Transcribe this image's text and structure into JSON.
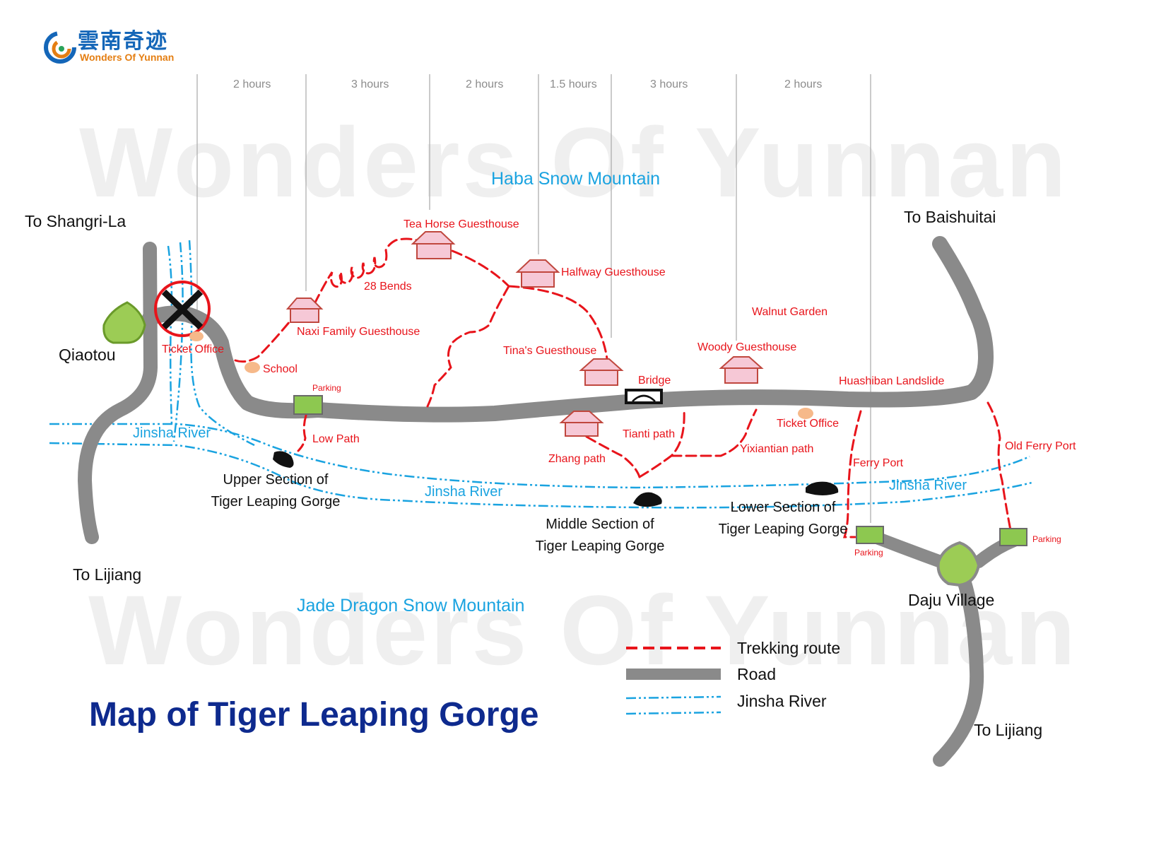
{
  "logo": {
    "chinese": "雲南奇迹",
    "english": "Wonders Of Yunnan",
    "icon": "swirl-logo-icon"
  },
  "watermark": {
    "top": "Wonders Of Yunnan",
    "bottom": "Wonders Of Yunnan"
  },
  "title": "Map of Tiger Leaping Gorge",
  "durations": [
    "2 hours",
    "3 hours",
    "2 hours",
    "1.5 hours",
    "3 hours",
    "2 hours"
  ],
  "mountains": {
    "north": "Haba Snow Mountain",
    "south": "Jade Dragon Snow Mountain"
  },
  "directions": {
    "shangrila": "To Shangri-La",
    "lijiang_west": "To Lijiang",
    "baishuitai": "To Baishuitai",
    "lijiang_east": "To Lijiang"
  },
  "villages": {
    "qiaotou": "Qiaotou",
    "daju": "Daju Village"
  },
  "guesthouses": {
    "tea_horse": "Tea Horse Guesthouse",
    "halfway": "Halfway Guesthouse",
    "naxi": "Naxi Family Guesthouse",
    "tinas": "Tina's Guesthouse",
    "woody": "Woody Guesthouse"
  },
  "places": {
    "bends": "28 Bends",
    "ticket_office_west": "Ticket Office",
    "school": "School",
    "parking_upper": "Parking",
    "low_path": "Low Path",
    "bridge": "Bridge",
    "tianti": "Tianti path",
    "zhang": "Zhang path",
    "yixiantian": "Yixiantian path",
    "walnut": "Walnut Garden",
    "ticket_office_east": "Ticket Office",
    "huashiban": "Huashiban Landslide",
    "ferry_port": "Ferry Port",
    "old_ferry_port": "Old Ferry Port",
    "parking_ferry": "Parking",
    "parking_old": "Parking"
  },
  "rivers": {
    "jinsha_west": "Jinsha River",
    "jinsha_middle": "Jinsha River",
    "jinsha_east": "Jinsha River"
  },
  "gorge_sections": {
    "upper": [
      "Upper Section of",
      "Tiger Leaping Gorge"
    ],
    "middle": [
      "Middle Section of",
      "Tiger Leaping Gorge"
    ],
    "lower": [
      "Lower Section of",
      "Tiger Leaping Gorge"
    ]
  },
  "legend": {
    "trekking": "Trekking route",
    "road": "Road",
    "river": "Jinsha River"
  },
  "colors": {
    "road": "#8a8a8a",
    "trek": "#e8141b",
    "river": "#1aa3e0",
    "title": "#0e2a8e",
    "village": "#9ccc55",
    "parking": "#8dc850",
    "house": "#f6c8d6"
  }
}
